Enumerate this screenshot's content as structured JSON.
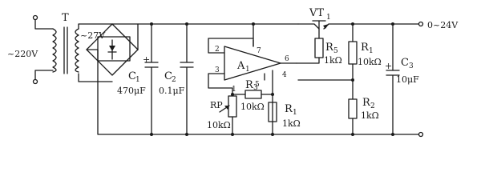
{
  "labels": {
    "input_voltage": "~220V",
    "transformer": "T",
    "secondary_voltage": "~27V",
    "c1_name": "C",
    "c1_sub": "1",
    "c1_value": "470μF",
    "c2_name": "C",
    "c2_sub": "2",
    "c2_value": "0.1μF",
    "opamp_name": "A",
    "opamp_sub": "1",
    "pin2": "2",
    "pin3": "3",
    "pin7": "7",
    "pin6": "6",
    "pin4": "4",
    "pin1": "1",
    "pin5": "5",
    "rp_name": "RP",
    "rp_value": "10kΩ",
    "r3_name": "R",
    "r3_sub": "3",
    "r3_value": "10kΩ",
    "r1_bottom_name": "R",
    "r1_bottom_sub": "1",
    "r1_bottom_value": "1kΩ",
    "transistor_name": "VT",
    "transistor_sub": "1",
    "r5_name": "R",
    "r5_sub": "5",
    "r5_value": "1kΩ",
    "r1_top_name": "R",
    "r1_top_sub": "1",
    "r1_top_value": "10kΩ",
    "r2_name": "R",
    "r2_sub": "2",
    "r2_value": "1kΩ",
    "c3_plus": "+",
    "c3_name": "C",
    "c3_sub": "3",
    "c3_value": "10μF",
    "output": "0~24V",
    "c1_plus": "+"
  }
}
